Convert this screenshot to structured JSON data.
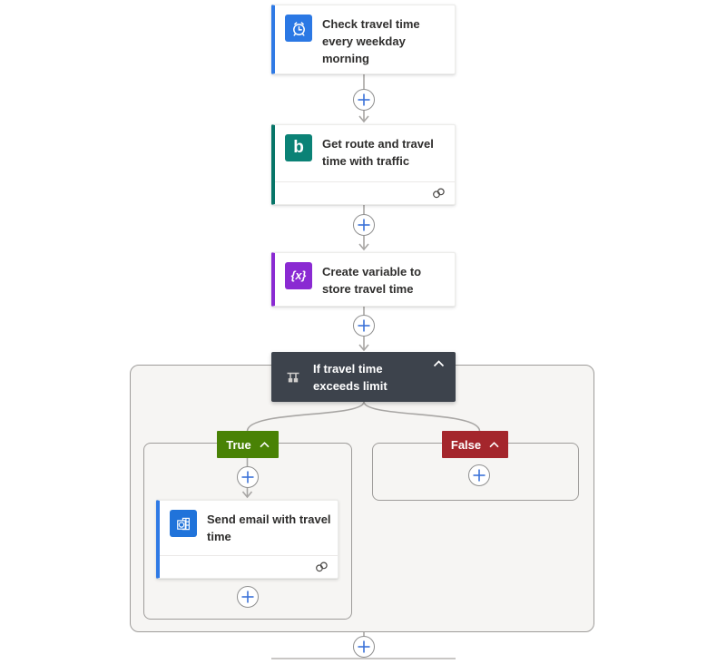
{
  "canvas": {
    "cards": {
      "trigger": {
        "title": "Check travel time\nevery weekday\nmorning",
        "icon": "recurrence-clock-icon"
      },
      "route": {
        "title": "Get route and travel\ntime with traffic",
        "icon": "bing-maps-icon",
        "glyph": "b"
      },
      "variable": {
        "title": "Create variable to\nstore travel time",
        "icon": "variable-icon",
        "glyph": "{x}"
      },
      "condition": {
        "title": "If travel time\nexceeds limit",
        "icon": "condition-branch-icon"
      },
      "email": {
        "title": "Send email with travel\ntime",
        "icon": "outlook-icon"
      }
    },
    "branches": {
      "true": {
        "label": "True",
        "color": "#498205"
      },
      "false": {
        "label": "False",
        "color": "#a4262c"
      }
    },
    "colors": {
      "trigger_accent": "#2f7ae5",
      "route_accent": "#077568",
      "variable_accent": "#8a2ad2",
      "email_accent": "#2f7ae5",
      "condition_bg": "#3d434c",
      "scope_background": "#f6f5f3",
      "connector": "#a8a6a4",
      "plus_glyph": "#3b72d8"
    },
    "icons": {
      "footer_icon": "connection-links-icon",
      "collapse_icon": "chevron-up-icon",
      "insert_icon": "plus-icon"
    }
  }
}
